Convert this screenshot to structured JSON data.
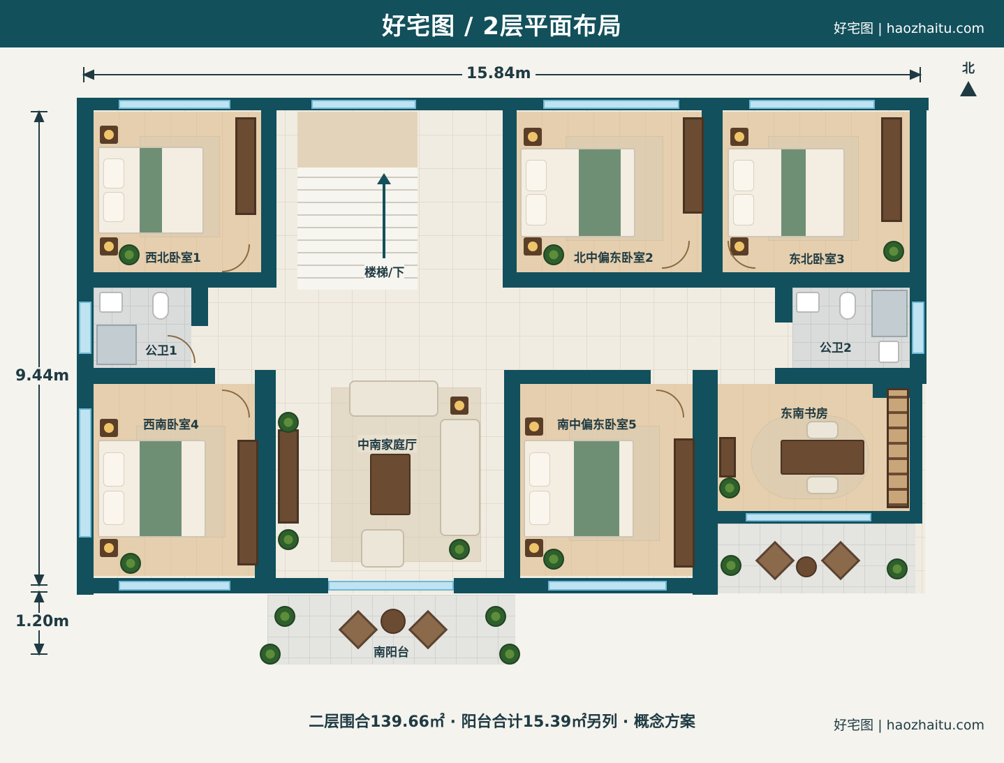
{
  "header": {
    "title": "好宅图 / 2层平面布局",
    "brand": "好宅图 | haozhaitu.com"
  },
  "compass": {
    "label": "北",
    "icon": "north-arrow-icon"
  },
  "dimensions": {
    "width": "15.84m",
    "depth": "9.44m",
    "balcony_depth": "1.20m"
  },
  "rooms": {
    "nw_bedroom": "西北卧室1",
    "n_bedroom": "北中偏东卧室2",
    "ne_bedroom": "东北卧室3",
    "stairs": "楼梯/下",
    "bath1": "公卫1",
    "bath2": "公卫2",
    "sw_bedroom": "西南卧室4",
    "living": "中南家庭厅",
    "s_bedroom": "南中偏东卧室5",
    "study": "东南书房",
    "south_balcony": "南阳台"
  },
  "colors": {
    "wall": "#11505c",
    "header": "#12505b",
    "bedding": "#6f8f74",
    "window": "#bfe3f1"
  },
  "footer": {
    "summary": "二层围合139.66㎡ · 阳台合计15.39㎡另列 · 概念方案",
    "brand": "好宅图 | haozhaitu.com"
  }
}
